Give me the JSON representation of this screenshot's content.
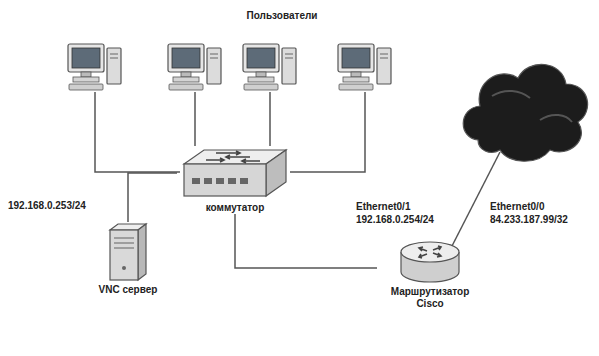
{
  "diagram": {
    "nodes": [
      {
        "text": [
          "коммутатор"
        ]
      },
      {
        "text": [
          "VNC сервер"
        ]
      },
      {
        "text": [
          "Маршрутизатор Cisco"
        ]
      }
    ],
    "edges": [
      {
        "from": 0,
        "to": 1,
        "arrow": "none"
      },
      {
        "from": 0,
        "to": 2,
        "arrow": "none"
      }
    ],
    "labels": [
      "Пользователи",
      "192.168.0.253/24",
      "Ethernet0/1",
      "192.168.0.254/24",
      "Ethernet0/0",
      "84.233.187.99/32"
    ]
  }
}
